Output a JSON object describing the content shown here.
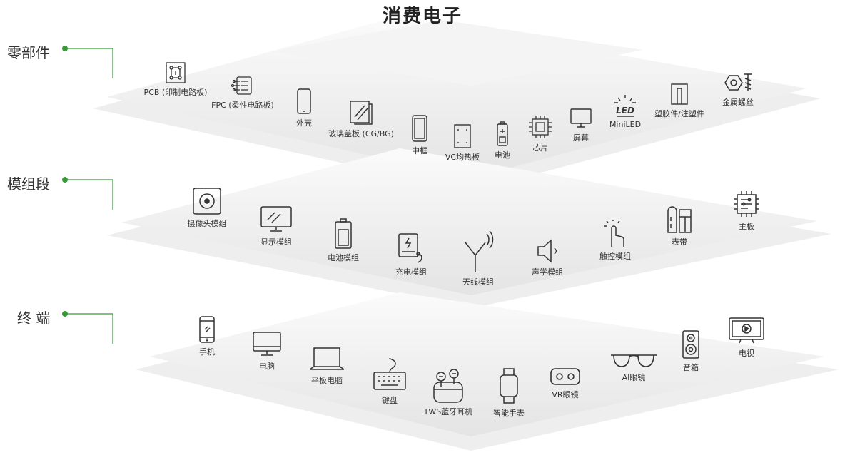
{
  "title": "消费电子",
  "tiers": [
    {
      "label": "零部件",
      "items": [
        {
          "label": "PCB (印制电路板)",
          "icon": "pcb-icon"
        },
        {
          "label": "FPC (柔性电路板)",
          "icon": "fpc-icon"
        },
        {
          "label": "外壳",
          "icon": "phone-shell-icon"
        },
        {
          "label": "玻璃盖板 (CG/BG)",
          "icon": "glass-cover-icon"
        },
        {
          "label": "中框",
          "icon": "middle-frame-icon"
        },
        {
          "label": "VC均热板",
          "icon": "vapor-chamber-icon"
        },
        {
          "label": "电池",
          "icon": "battery-icon"
        },
        {
          "label": "芯片",
          "icon": "chip-icon"
        },
        {
          "label": "屏幕",
          "icon": "screen-icon"
        },
        {
          "label": "MiniLED",
          "icon": "led-icon"
        },
        {
          "label": "塑胶件/注塑件",
          "icon": "plastic-part-icon"
        },
        {
          "label": "金属螺丝",
          "icon": "screw-icon"
        }
      ]
    },
    {
      "label": "模组段",
      "items": [
        {
          "label": "摄像头模组",
          "icon": "camera-module-icon"
        },
        {
          "label": "显示模组",
          "icon": "display-module-icon"
        },
        {
          "label": "电池模组",
          "icon": "battery-module-icon"
        },
        {
          "label": "充电模组",
          "icon": "charging-module-icon"
        },
        {
          "label": "天线模组",
          "icon": "antenna-icon"
        },
        {
          "label": "声学模组",
          "icon": "speaker-icon"
        },
        {
          "label": "触控模组",
          "icon": "touch-icon"
        },
        {
          "label": "表带",
          "icon": "watch-band-icon"
        },
        {
          "label": "主板",
          "icon": "mainboard-icon"
        }
      ]
    },
    {
      "label": "终 端",
      "items": [
        {
          "label": "手机",
          "icon": "phone-icon"
        },
        {
          "label": "电脑",
          "icon": "desktop-icon"
        },
        {
          "label": "平板电脑",
          "icon": "laptop-icon"
        },
        {
          "label": "键盘",
          "icon": "keyboard-icon"
        },
        {
          "label": "TWS蓝牙耳机",
          "icon": "earbuds-icon"
        },
        {
          "label": "智能手表",
          "icon": "smartwatch-icon"
        },
        {
          "label": "VR眼镜",
          "icon": "vr-headset-icon"
        },
        {
          "label": "AI眼镜",
          "icon": "glasses-icon"
        },
        {
          "label": "音箱",
          "icon": "speaker-box-icon"
        },
        {
          "label": "电视",
          "icon": "tv-icon"
        }
      ]
    }
  ],
  "accent_color": "#3a9a3a"
}
